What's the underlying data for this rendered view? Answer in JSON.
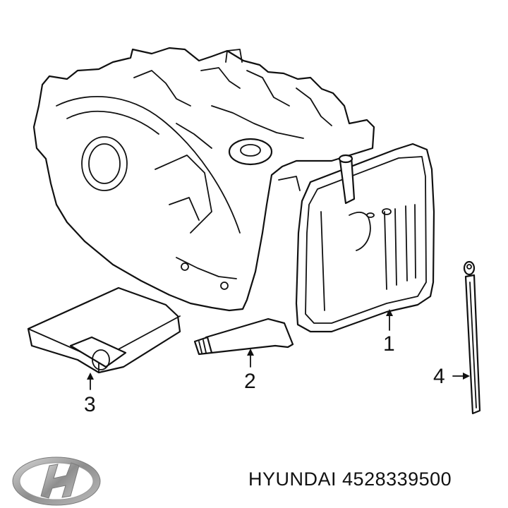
{
  "callouts": [
    {
      "id": "1",
      "label": "1"
    },
    {
      "id": "2",
      "label": "2"
    },
    {
      "id": "3",
      "label": "3"
    },
    {
      "id": "4",
      "label": "4"
    }
  ],
  "caption": {
    "brand": "HYUNDAI",
    "part_number": "4528339500"
  },
  "logo": {
    "name": "hyundai-logo",
    "color": "#9a9a9a"
  },
  "colors": {
    "line": "#111111",
    "background": "#ffffff"
  }
}
